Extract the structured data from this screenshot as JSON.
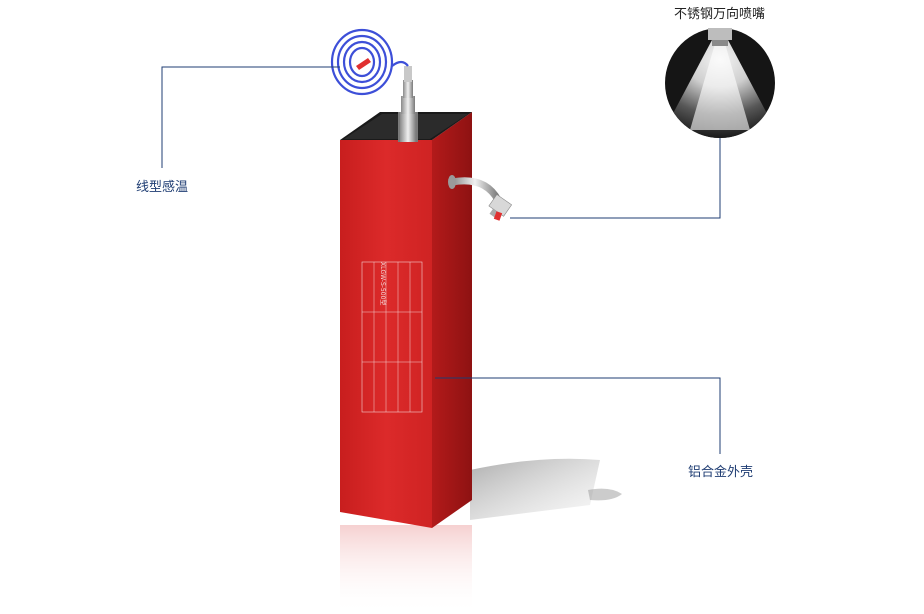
{
  "callouts": {
    "sensor": "线型感温",
    "nozzle": "不锈钢万向喷嘴",
    "shell": "铝合金外壳"
  },
  "product_label": {
    "model": "XLGW-S-500型"
  },
  "colors": {
    "body_red": "#d42222",
    "body_dark": "#a21616",
    "top_black": "#1a1a1a",
    "leader_line": "#1f3d73",
    "sensor_blue": "#3d4fd8"
  },
  "icons": [
    "linear-heat-sensor-coil-icon",
    "nozzle-spray-icon"
  ]
}
